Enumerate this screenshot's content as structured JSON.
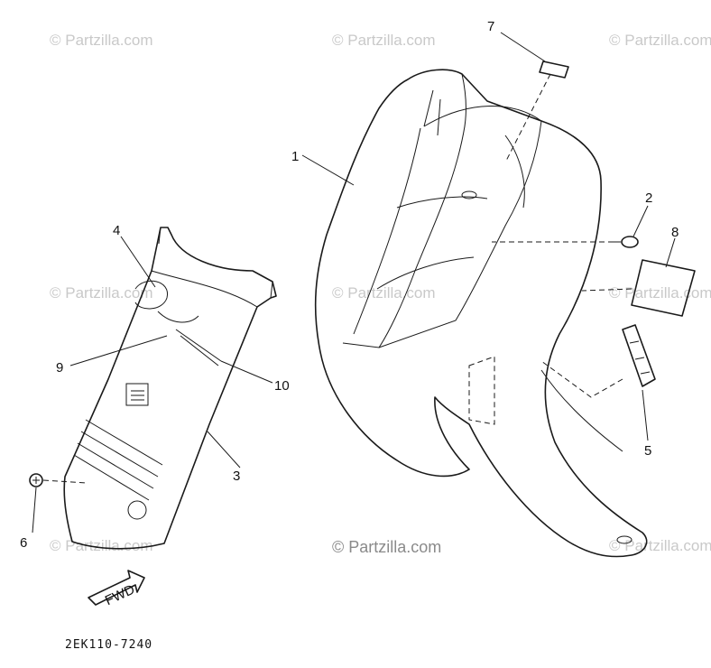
{
  "watermarks": {
    "faint": "© Partzilla.com",
    "main": "© Partzilla.com"
  },
  "callouts": {
    "c1": "1",
    "c2": "2",
    "c3": "3",
    "c4": "4",
    "c5": "5",
    "c6": "6",
    "c7": "7",
    "c8": "8",
    "c9": "9",
    "c10": "10"
  },
  "direction_arrow": "FWD",
  "part_number": "2EK110-7240"
}
